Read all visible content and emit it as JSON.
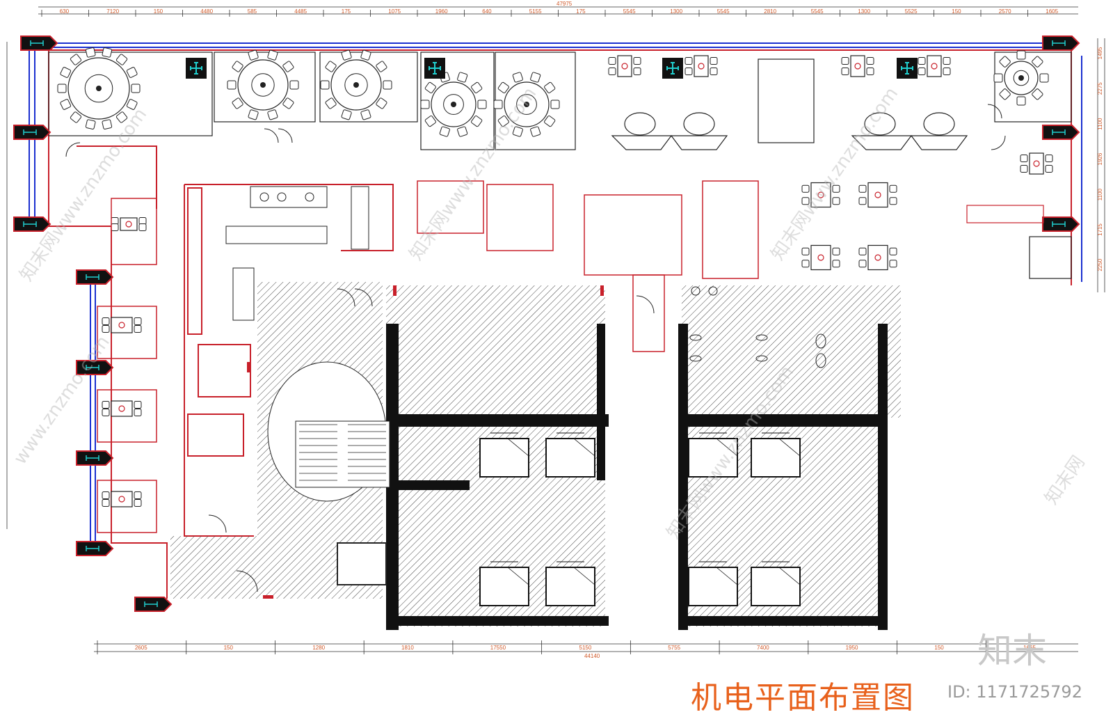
{
  "drawing": {
    "title": "机电平面布置图",
    "id_label": "ID: 1171725792",
    "logo_text": "知末"
  },
  "dimensions": {
    "top_total": "47975",
    "top_segments": [
      "630",
      "7120",
      "150",
      "4480",
      "585",
      "4485",
      "175",
      "1075",
      "1960",
      "640",
      "5155",
      "175",
      "5545",
      "1300",
      "5545",
      "2810",
      "5545",
      "1300",
      "5525",
      "150",
      "2570",
      "1605"
    ],
    "bottom_total": "44140",
    "bottom_segments": [
      "2605",
      "150",
      "1280",
      "1810",
      "17550",
      "5150",
      "5755",
      "7400",
      "1950",
      "150",
      "1665"
    ],
    "right_segments": [
      "1495",
      "2275",
      "1100",
      "1926",
      "1100",
      "1715",
      "2250"
    ]
  },
  "watermarks": [
    "知末网www.znzmo.com",
    "知末网www.znzmo.com",
    "www.znzmo.com",
    "知末网www.znzmo.com",
    "知末网www.znzmo.com",
    "知末网"
  ],
  "colors": {
    "wall_red": "#c8202a",
    "window_blue": "#1a2fd0",
    "dim_orange": "#d05a2a",
    "title_orange": "#e8611c",
    "equipment_cyan": "#20d0d0",
    "hatch": "#333333"
  },
  "icons": [
    "ac-unit-icon",
    "round-table-icon",
    "dining-table-icon",
    "elevator-icon",
    "stair-icon",
    "door-swing-icon"
  ]
}
